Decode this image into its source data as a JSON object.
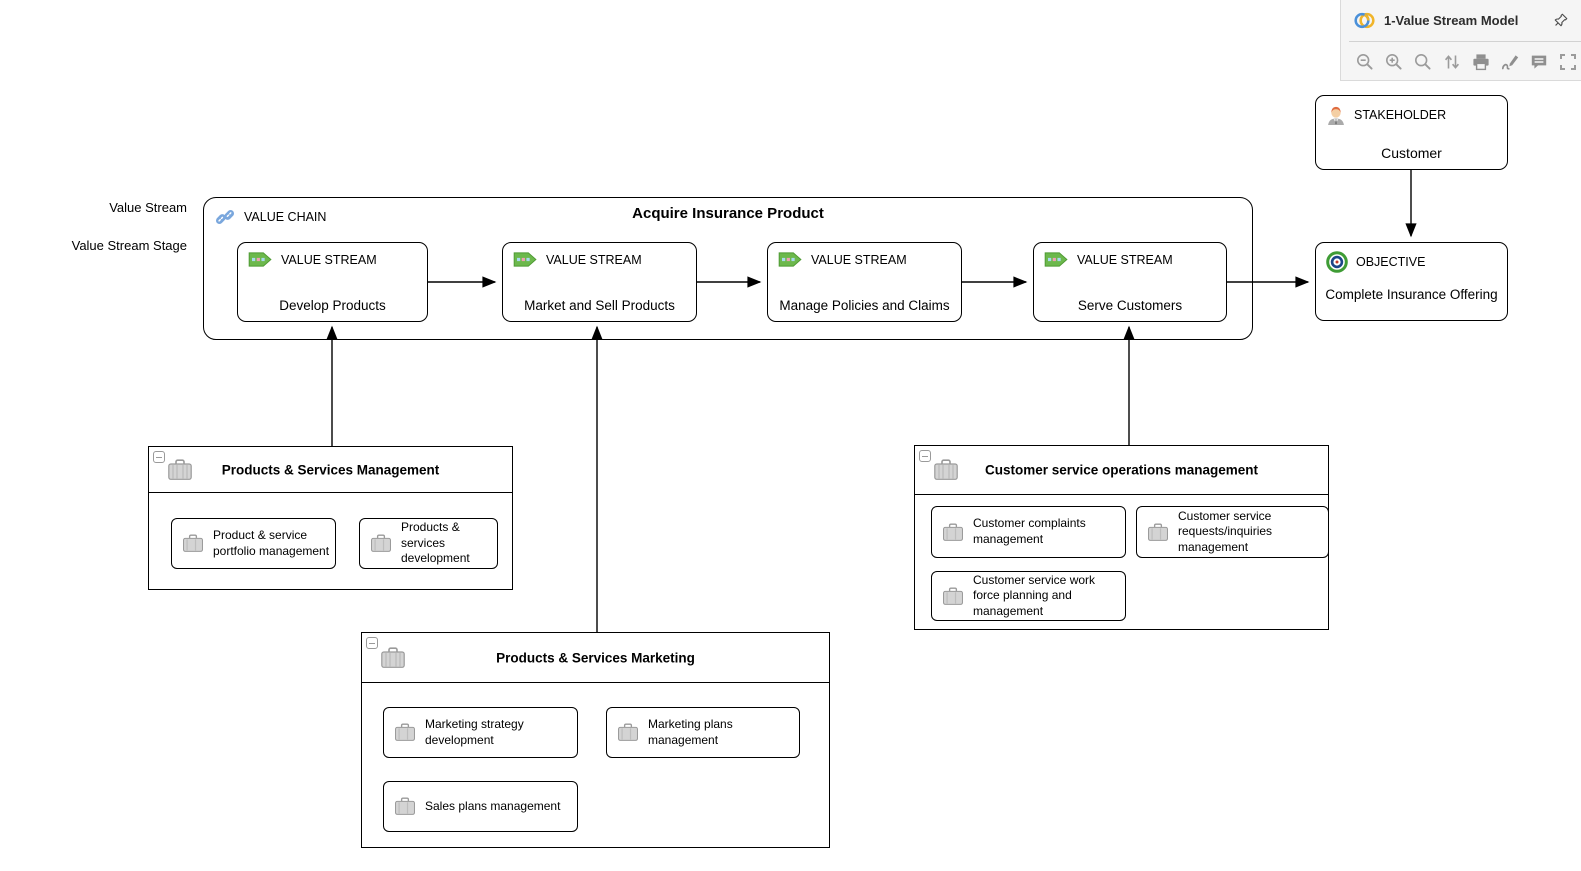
{
  "panel": {
    "title": "1-Value Stream Model",
    "toolbar_icons": [
      "zoom-out",
      "zoom-in",
      "zoom",
      "sort-vertical",
      "print",
      "edit",
      "comment",
      "fullscreen"
    ]
  },
  "annotations": {
    "value_stream": "Value Stream",
    "value_stream_stage": "Value Stream Stage"
  },
  "stakeholder": {
    "type_label": "STAKEHOLDER",
    "name": "Customer"
  },
  "objective": {
    "type_label": "OBJECTIVE",
    "name": "Complete Insurance Offering"
  },
  "value_chain": {
    "type_label": "VALUE CHAIN",
    "title": "Acquire Insurance Product",
    "streams": [
      {
        "type_label": "VALUE STREAM",
        "name": "Develop Products"
      },
      {
        "type_label": "VALUE STREAM",
        "name": "Market and Sell Products"
      },
      {
        "type_label": "VALUE STREAM",
        "name": "Manage Policies and Claims"
      },
      {
        "type_label": "VALUE STREAM",
        "name": "Serve Customers"
      }
    ]
  },
  "capability_groups": [
    {
      "title": "Products & Services Management",
      "children": [
        {
          "name": "Product & service portfolio management"
        },
        {
          "name": "Products & services development"
        }
      ]
    },
    {
      "title": "Customer service operations management",
      "children": [
        {
          "name": "Customer complaints management"
        },
        {
          "name": "Customer service requests/inquiries management"
        },
        {
          "name": "Customer service work force planning and management"
        }
      ]
    },
    {
      "title": "Products & Services Marketing",
      "children": [
        {
          "name": "Marketing strategy development"
        },
        {
          "name": "Marketing plans management"
        },
        {
          "name": "Sales plans management"
        }
      ]
    }
  ],
  "colors": {
    "stream_icon_green": "#6cb84c",
    "chain_icon_blue": "#7aa7dd",
    "objective_ring_green": "#3f9c35",
    "objective_ring_blue": "#1c4587",
    "objective_center_red": "#c0392b",
    "panel_background": "#f5f5f5",
    "line": "#000000"
  }
}
